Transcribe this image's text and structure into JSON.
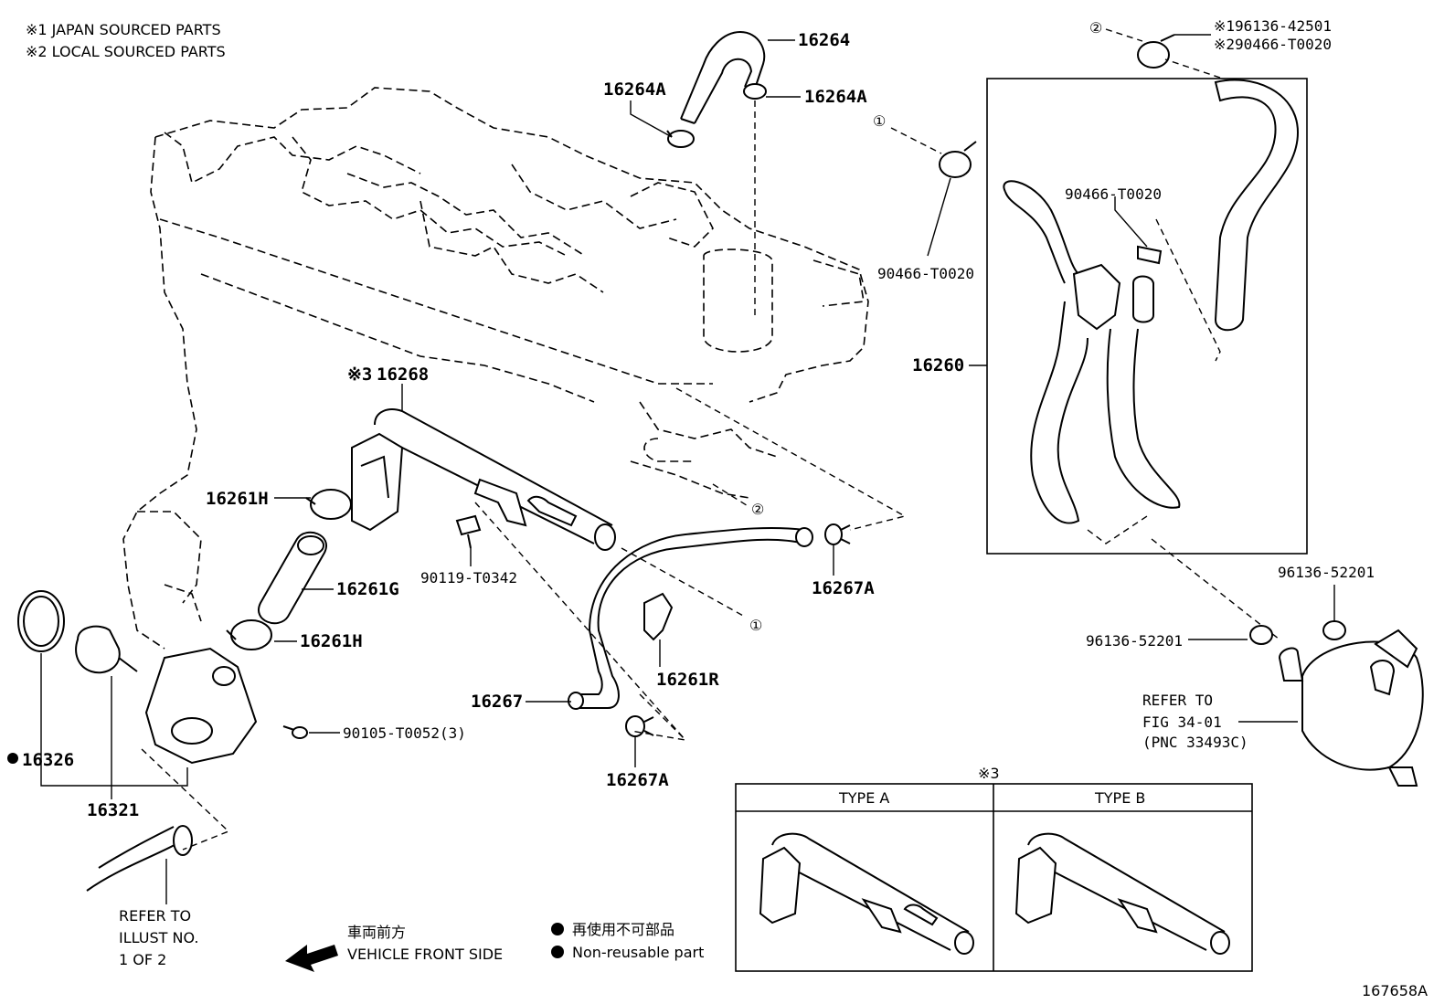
{
  "notes": {
    "japan": "※1 JAPAN SOURCED PARTS",
    "local": "※2 LOCAL SOURCED PARTS"
  },
  "labels": {
    "p16264": "16264",
    "p16264A_left": "16264A",
    "p16264A_right": "16264A",
    "p16268": "16268",
    "p16268_mark": "※3",
    "p16261H_top": "16261H",
    "p16261G": "16261G",
    "p16261H_bottom": "16261H",
    "p90119": "90119-T0342",
    "p16267A_right": "16267A",
    "p16261R": "16261R",
    "p16267": "16267",
    "p16267A_bottom": "16267A",
    "p90105": "90105-T0052(3)",
    "p16326": "16326",
    "p16321": "16321",
    "p90466_left": "90466-T0020",
    "p90466_inner": "90466-T0020",
    "p16260": "16260",
    "p96136_upper": "96136-52201",
    "p96136_lower": "96136-52201",
    "p_japan_clip": "※196136-42501",
    "p_local_clip": "※290466-T0020"
  },
  "markers": {
    "circle1_a": "①",
    "circle1_b": "①",
    "circle2_a": "②",
    "circle2_b": "②"
  },
  "refer_fig": {
    "line1": "REFER TO",
    "line2": "FIG 34-01",
    "line3": "(PNC 33493C)"
  },
  "refer_illust": {
    "line1": "REFER TO",
    "line2": "ILLUST NO.",
    "line3": "1 OF 2"
  },
  "front_side": {
    "jp": "車両前方",
    "en": "VEHICLE FRONT SIDE"
  },
  "legend": {
    "jp": "再使用不可部品",
    "en": "Non-reusable part"
  },
  "types_table": {
    "mark": "※3",
    "type_a": "TYPE A",
    "type_b": "TYPE B"
  },
  "figure_id": "167658A"
}
